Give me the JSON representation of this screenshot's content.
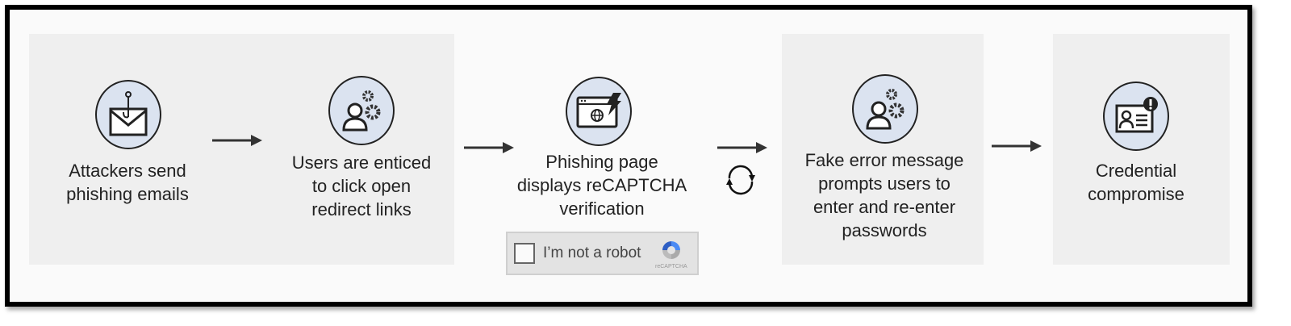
{
  "steps": [
    {
      "icon": "phishing-email-icon",
      "lines": [
        "Attackers send",
        "phishing emails"
      ]
    },
    {
      "icon": "user-gears-icon",
      "lines": [
        "Users are enticed",
        "to click open",
        "redirect links"
      ]
    },
    {
      "icon": "malicious-webpage-icon",
      "lines": [
        "Phishing page",
        "displays reCAPTCHA",
        "verification"
      ]
    },
    {
      "icon": "user-gears-icon",
      "lines": [
        "Fake error message",
        "prompts users to",
        "enter and re-enter",
        "passwords"
      ]
    },
    {
      "icon": "id-card-alert-icon",
      "lines": [
        "Credential",
        "compromise"
      ]
    }
  ],
  "recaptcha": {
    "label": "I’m not a robot",
    "brand": "reCAPTCHA"
  },
  "colors": {
    "panel": "#efefef",
    "icon_fill": "#dbe3f0",
    "frame": "#000000"
  }
}
